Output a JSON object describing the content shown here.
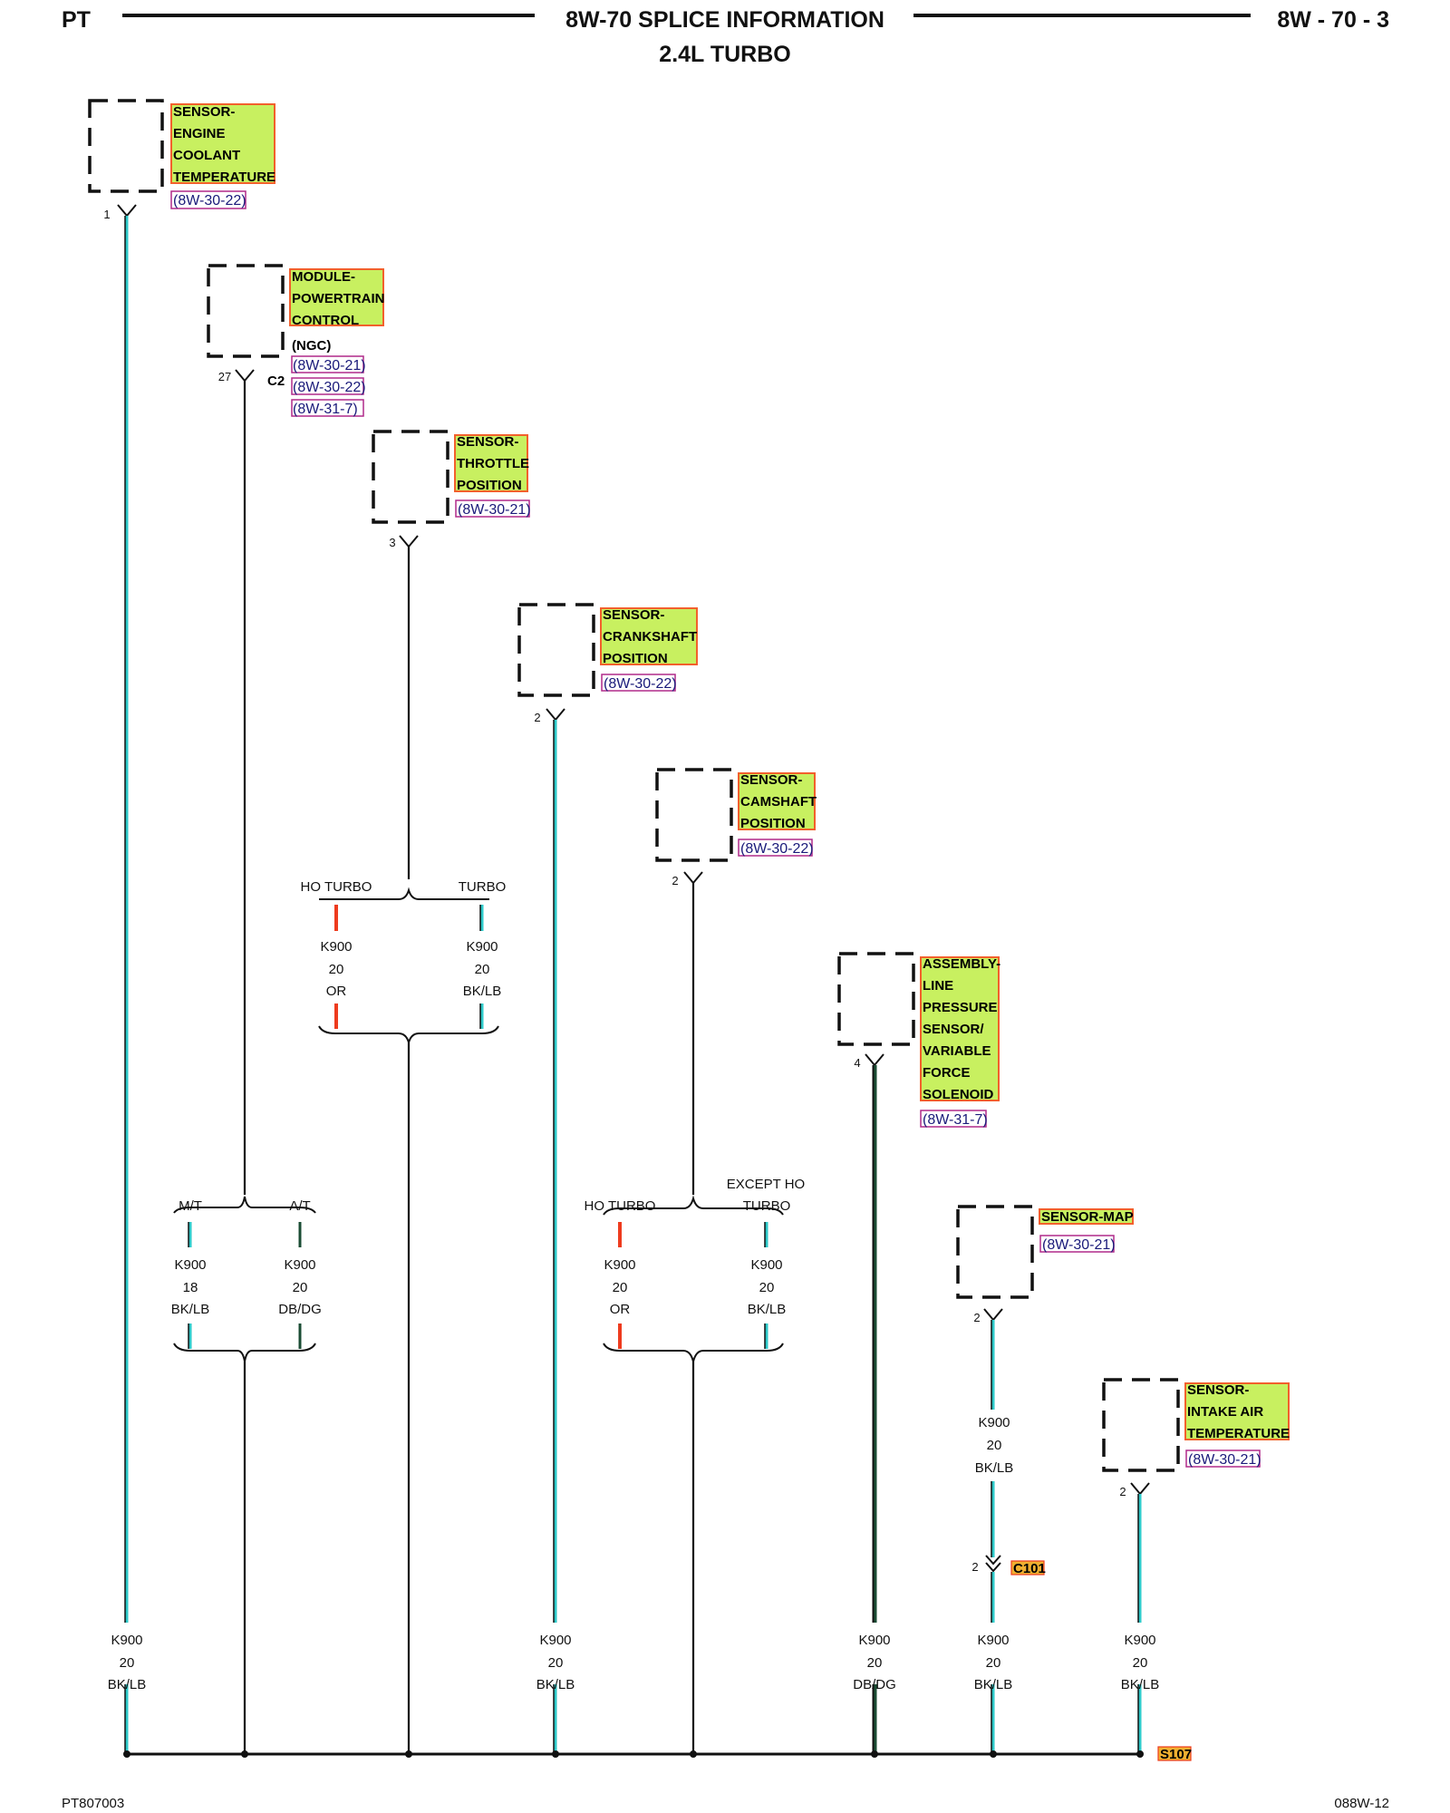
{
  "header": {
    "left": "PT",
    "title": "8W-70 SPLICE INFORMATION",
    "subtitle": "2.4L TURBO",
    "right": "8W - 70 - 3"
  },
  "footer": {
    "left": "PT807003",
    "right": "088W-12"
  },
  "components": {
    "ect": {
      "lines": [
        "SENSOR-",
        "ENGINE",
        "COOLANT",
        "TEMPERATURE"
      ],
      "refs": [
        "(8W-30-22)"
      ],
      "pin": "1"
    },
    "pcm": {
      "lines": [
        "MODULE-",
        "POWERTRAIN",
        "CONTROL"
      ],
      "note": "(NGC)",
      "refs": [
        "(8W-30-21)",
        "(8W-30-22)",
        "(8W-31-7)"
      ],
      "pin": "27",
      "connector": "C2"
    },
    "tps": {
      "lines": [
        "SENSOR-",
        "THROTTLE",
        "POSITION"
      ],
      "refs": [
        "(8W-30-21)"
      ],
      "pin": "3"
    },
    "ckp": {
      "lines": [
        "SENSOR-",
        "CRANKSHAFT",
        "POSITION"
      ],
      "refs": [
        "(8W-30-22)"
      ],
      "pin": "2"
    },
    "cmp": {
      "lines": [
        "SENSOR-",
        "CAMSHAFT",
        "POSITION"
      ],
      "refs": [
        "(8W-30-22)"
      ],
      "pin": "2"
    },
    "lps": {
      "lines": [
        "ASSEMBLY-",
        "LINE",
        "PRESSURE",
        "SENSOR/",
        "VARIABLE",
        "FORCE",
        "SOLENOID"
      ],
      "refs": [
        "(8W-31-7)"
      ],
      "pin": "4"
    },
    "map": {
      "lines": [
        "SENSOR-MAP"
      ],
      "refs": [
        "(8W-30-21)"
      ],
      "pin": "2"
    },
    "iat": {
      "lines": [
        "SENSOR-",
        "INTAKE AIR",
        "TEMPERATURE"
      ],
      "refs": [
        "(8W-30-21)"
      ],
      "pin": "2"
    }
  },
  "options": {
    "tps": {
      "left": {
        "label": "HO TURBO",
        "circuit": "K900",
        "gauge": "20",
        "color": "OR"
      },
      "right": {
        "label": "TURBO",
        "circuit": "K900",
        "gauge": "20",
        "color": "BK/LB"
      }
    },
    "pcm": {
      "left": {
        "label": "M/T",
        "circuit": "K900",
        "gauge": "18",
        "color": "BK/LB"
      },
      "right": {
        "label": "A/T",
        "circuit": "K900",
        "gauge": "20",
        "color": "DB/DG"
      }
    },
    "cmp": {
      "left": {
        "label": "HO TURBO",
        "circuit": "K900",
        "gauge": "20",
        "color": "OR"
      },
      "right": {
        "label_line1": "EXCEPT HO",
        "label_line2": "TURBO",
        "circuit": "K900",
        "gauge": "20",
        "color": "BK/LB"
      }
    }
  },
  "map_wire": {
    "circuit": "K900",
    "gauge": "20",
    "color": "BK/LB"
  },
  "connector_c101": {
    "name": "C101",
    "pin": "2"
  },
  "bottom_wires": {
    "ect": {
      "circuit": "K900",
      "gauge": "20",
      "color": "BK/LB"
    },
    "ckp": {
      "circuit": "K900",
      "gauge": "20",
      "color": "BK/LB"
    },
    "lps": {
      "circuit": "K900",
      "gauge": "20",
      "color": "DB/DG"
    },
    "map": {
      "circuit": "K900",
      "gauge": "20",
      "color": "BK/LB"
    },
    "iat": {
      "circuit": "K900",
      "gauge": "20",
      "color": "BK/LB"
    }
  },
  "splice": {
    "name": "S107"
  },
  "colors": {
    "cyan_wire": "#2ec9c9",
    "orange_wire": "#ee3b1e",
    "dark_green_wire": "#1b4d34",
    "component_fill": "#c8f060",
    "component_border": "#f2602c",
    "splice_fill": "#f0b030"
  }
}
